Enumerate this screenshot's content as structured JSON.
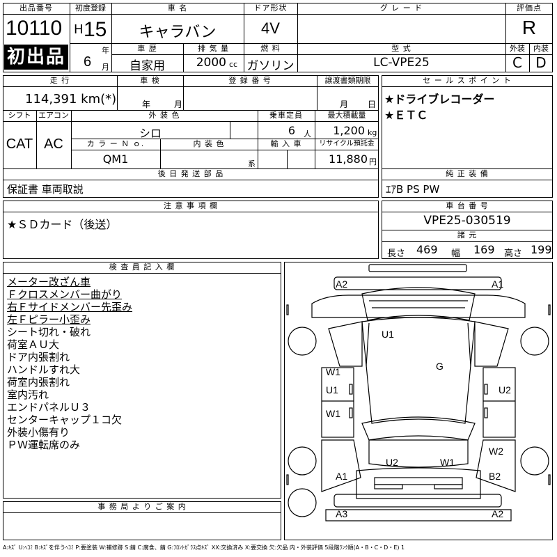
{
  "labels": {
    "lot_no": "出品番号",
    "first_reg": "初度登録",
    "car_name": "車 名",
    "door": "ドア形状",
    "grade": "グ レ ー ド",
    "rating": "評価点",
    "history": "車 歴",
    "displacement": "排 気 量",
    "fuel": "燃 料",
    "model_type": "型 式",
    "exterior_short": "外装",
    "interior_short": "内装",
    "year_unit": "年",
    "month_unit": "月",
    "cc_unit": "cc",
    "mileage": "走 行",
    "inspection": "車 検",
    "reg_no": "登 録 番 号",
    "transfer": "譲渡書類期限",
    "sales_point": "セ ー ル ス ポ イ ン ト",
    "shift": "シフト",
    "aircon": "エアコン",
    "ext_color": "外 装 色",
    "capacity": "乗車定員",
    "max_load": "最大積載量",
    "color_no": "カ ラ ー Ｎ ｏ.",
    "int_color": "内 装 色",
    "import": "輸 入 車",
    "recycle": "リサイクル預託金",
    "later_parts": "後 日 発 送 部 品",
    "equipment": "純 正 装 備",
    "caution": "注 意 事 項 欄",
    "chassis_no": "車 台 番 号",
    "dimensions": "諸 元",
    "inspector": "検 査 員 記 入 欄",
    "office": "事 務 局 よ り ご 案 内",
    "person_unit": "人",
    "kg_unit": "kg",
    "yen_unit": "円",
    "kei_unit": "系",
    "length": "長さ",
    "width": "幅",
    "height": "高さ"
  },
  "values": {
    "lot_no": "10110",
    "first_listing": "初出品",
    "era": "H",
    "year": "15",
    "month": "6",
    "car_name": "キャラバン",
    "door": "4V",
    "grade": "",
    "rating": "R",
    "history": "自家用",
    "displacement": "2000",
    "fuel": "ガソリン",
    "model_type": "LC-VPE25",
    "exterior_grade": "C",
    "interior_grade": "D",
    "mileage": "114,391 km(*)",
    "inspection_year": "年",
    "inspection_month": "月",
    "transfer_month": "月",
    "transfer_day": "日",
    "sales_points": [
      "★ドライブレコーダー",
      "★ＥＴＣ"
    ],
    "shift": "CAT",
    "aircon": "AC",
    "ext_color": "シロ",
    "capacity": "6",
    "max_load": "1,200",
    "color_no": "QM1",
    "recycle": "11,880",
    "later_parts": "保証書 車両取説",
    "equipment": "ｴｱB PS PW",
    "caution": "★ＳＤカード（後送）",
    "chassis_no": "VPE25-030519",
    "length": "469",
    "width": "169",
    "height": "199"
  },
  "inspector_notes": [
    "メーター改ざん車",
    "Ｆクロスメンバー曲がり",
    "右Ｆサイドメンバー先歪み",
    "左Ｆピラー小歪み",
    "シート切れ・破れ",
    "荷室ＡＵ大",
    "ドア内張割れ",
    "ハンドルすれ大",
    "荷室内張割れ",
    "室内汚れ",
    "エンドパネルＵ３",
    "センターキャップ１コ欠",
    "外装小傷有り",
    "ＰＷ運転席のみ"
  ],
  "damage_marks": [
    "A2",
    "A1",
    "U1",
    "G",
    "W1",
    "U1",
    "W1",
    "U2",
    "W2",
    "U2",
    "W1",
    "A1",
    "B2",
    "A3",
    "A2"
  ],
  "legend": "A:ｷｽﾞ U:ﾍｺﾐ B:ｷｽﾞを伴うﾍｺﾐ P:要塗装 W:補修跡 S:錆 C:腐食、錆 G:ﾌﾛﾝﾄｶﾞﾗｽ点ｷｽﾞ XX:交換済み X:要交換 欠:欠品 内・外装評価 5段階ﾗﾝｸ順(A・B・C・D・E) 1"
}
